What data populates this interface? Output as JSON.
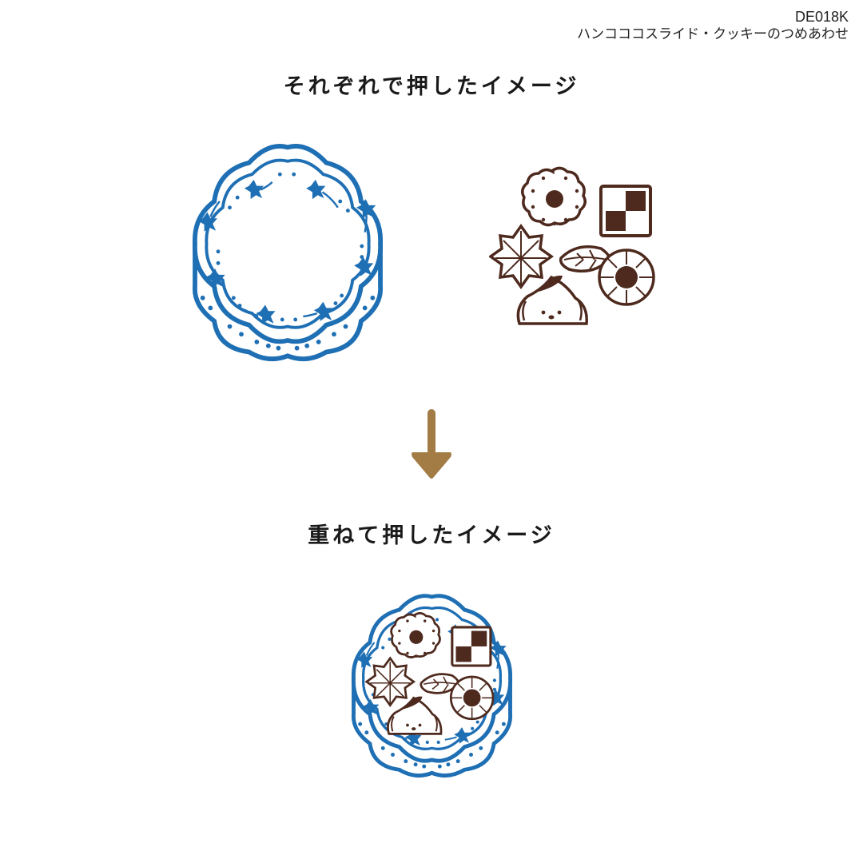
{
  "product": {
    "code": "DE018K",
    "name": "ハンコココスライド・クッキーのつめあわせ"
  },
  "sections": [
    {
      "heading": "それぞれで押したイメージ"
    },
    {
      "heading": "重ねて押したイメージ"
    }
  ],
  "illustrations": {
    "plate_stamp": "blue-scalloped-plate-icon",
    "cookie_stamp": "brown-assorted-cookies-icon",
    "arrow": "down-arrow-icon",
    "combined": "plate-with-cookies-icon"
  },
  "colors": {
    "plate_blue": "#1e6fb4",
    "cookie_brown": "#4e2a1e",
    "arrow_tan": "#a37c45",
    "text": "#1a1a1a"
  }
}
